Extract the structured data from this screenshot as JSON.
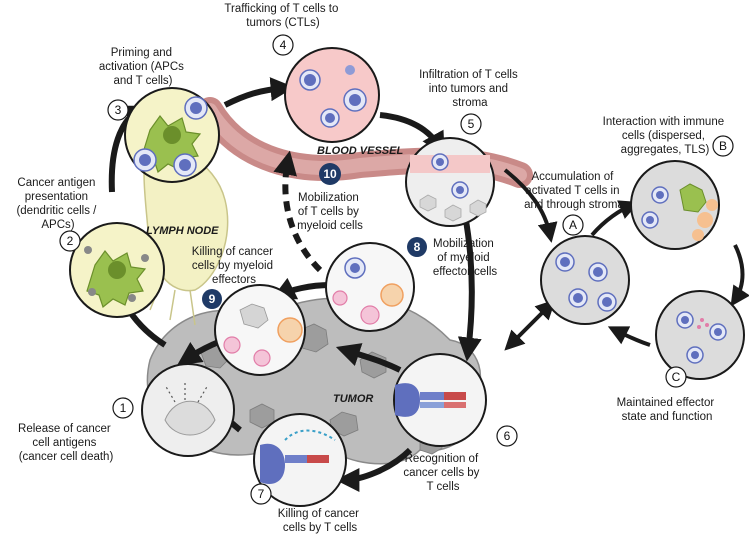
{
  "steps": {
    "s1": {
      "number": "1",
      "label": [
        "Release of cancer",
        "cell antigens",
        "(cancer cell death)"
      ]
    },
    "s2": {
      "number": "2",
      "label": [
        "Cancer antigen",
        "presentation",
        "(dendritic cells /",
        "APCs)"
      ]
    },
    "s3": {
      "number": "3",
      "label": [
        "Priming and",
        "activation (APCs",
        "and T cells)"
      ]
    },
    "s4": {
      "number": "4",
      "label": [
        "Trafficking of T cells to",
        "tumors (CTLs)"
      ]
    },
    "s5": {
      "number": "5",
      "label": [
        "Infiltration of T cells",
        "into tumors and",
        "stroma"
      ]
    },
    "s6": {
      "number": "6",
      "label": [
        "Recognition of",
        "cancer cells by",
        "T cells"
      ]
    },
    "s7": {
      "number": "7",
      "label": [
        "Killing of cancer",
        "cells by T cells"
      ]
    },
    "s8": {
      "number": "8",
      "label": [
        "Mobilization",
        "of myeloid",
        "effector cells"
      ]
    },
    "s9": {
      "number": "9",
      "label": [
        "Killing of cancer",
        "cells by myeloid",
        "effectors"
      ]
    },
    "s10": {
      "number": "10",
      "label": [
        "Mobilization",
        "of T cells by",
        "myeloid cells"
      ]
    }
  },
  "substeps": {
    "a": {
      "letter": "A",
      "label": [
        "Accumulation of",
        "activated T cells in",
        "and through stroma"
      ]
    },
    "b": {
      "letter": "B",
      "label": [
        "Interaction with immune",
        "cells (dispersed,",
        "aggregates, TLS)"
      ]
    },
    "c": {
      "letter": "C",
      "label": [
        "Maintained effector",
        "state and function"
      ]
    }
  },
  "regions": {
    "lymph_node": "LYMPH NODE",
    "blood_vessel": "BLOOD VESSEL",
    "tumor": "TUMOR"
  },
  "colors": {
    "t_cell": "#5f6fbe",
    "dendritic": "#7cae3a",
    "lymph_node_fill": "#f3f1c4",
    "blood_vessel": "#c98a88",
    "tumor_gray": "#b8b8b8",
    "myeloid_pink": "#e27da8",
    "myeloid_orange": "#f0a060",
    "badge_dark": "#1f3a66"
  }
}
